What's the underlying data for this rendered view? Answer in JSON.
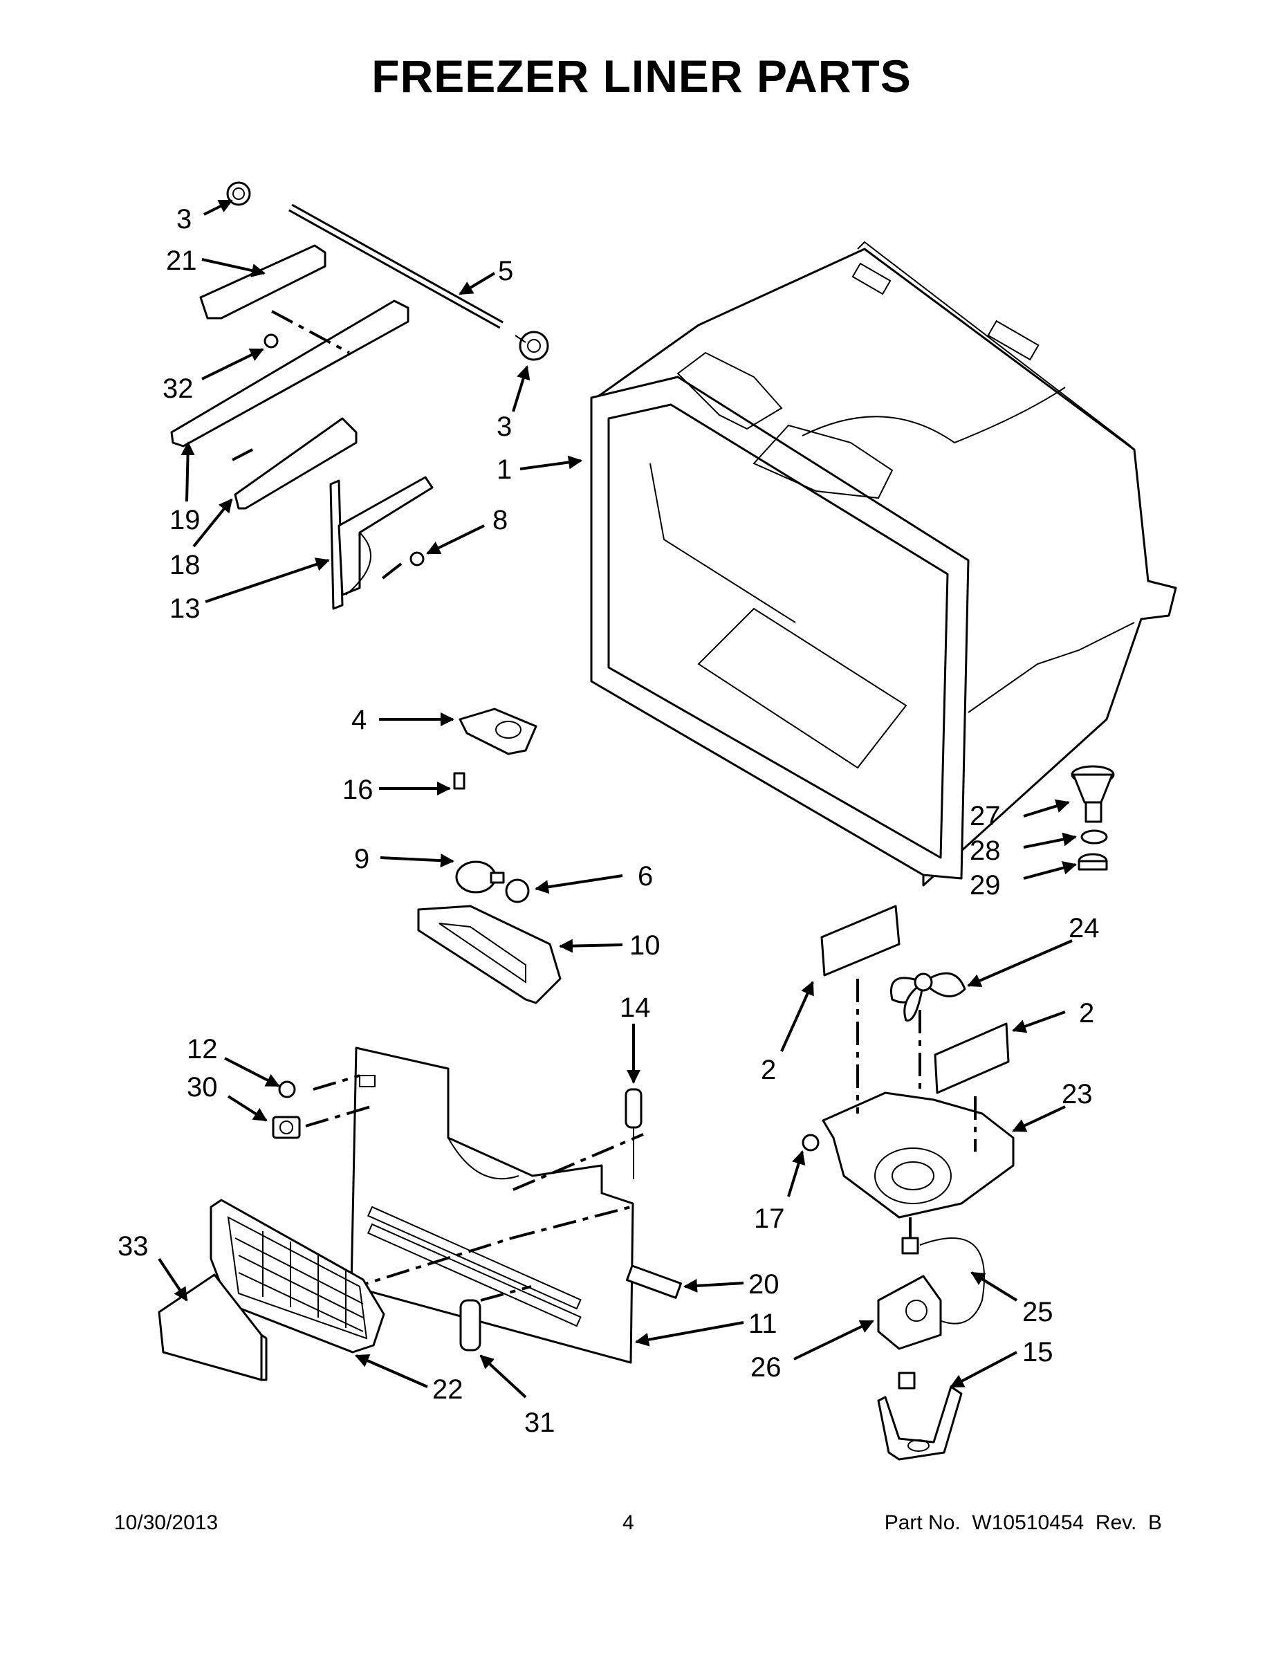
{
  "title": "FREEZER LINER PARTS",
  "footer": {
    "date": "10/30/2013",
    "page": "4",
    "part_number": "Part No.  W10510454  Rev.  B"
  },
  "callouts": [
    "3",
    "21",
    "5",
    "32",
    "3",
    "1",
    "19",
    "8",
    "18",
    "13",
    "4",
    "16",
    "9",
    "6",
    "10",
    "27",
    "28",
    "29",
    "24",
    "2",
    "14",
    "2",
    "12",
    "30",
    "23",
    "17",
    "33",
    "20",
    "25",
    "11",
    "26",
    "15",
    "22",
    "31"
  ]
}
